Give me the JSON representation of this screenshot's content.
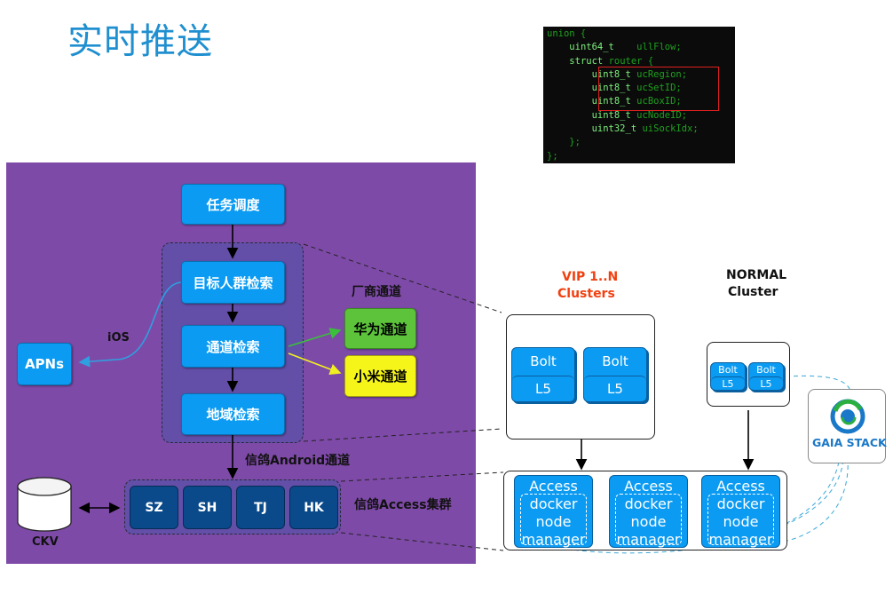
{
  "title": "实时推送",
  "code": {
    "line1": "union {",
    "line2_type": "uint64_t",
    "line2_var": "ullFlow;",
    "line3": "struct router {",
    "line4_type": "uint8_t",
    "line4_var": "ucRegion;",
    "line5_type": "uint8_t",
    "line5_var": "ucSetID;",
    "line6_type": "uint8_t",
    "line6_var": "ucBoxID;",
    "line7_type": "uint8_t",
    "line7_var": "ucNodeID;",
    "line8_type": "uint32_t",
    "line8_var": "uiSockIdx;",
    "line9": "};",
    "line10": "};"
  },
  "left": {
    "task": "任务调度",
    "target": "目标人群检索",
    "channel": "通道检索",
    "region": "地域检索",
    "vendor_title": "厂商通道",
    "huawei": "华为通道",
    "xiaomi": "小米通道",
    "ios_label": "iOS",
    "apns": "APNs",
    "android_label": "信鸽Android通道",
    "access_label": "信鸽Access集群",
    "dcs": [
      "SZ",
      "SH",
      "TJ",
      "HK"
    ],
    "ckv": "CKV"
  },
  "right": {
    "vip_title": "VIP 1..N",
    "vip_sub": "Clusters",
    "normal_title": "NORMAL",
    "normal_sub": "Cluster",
    "bolt": "Bolt",
    "l5": "L5",
    "access": "Access",
    "docker": "docker",
    "node": "node",
    "manager": "manager",
    "gaia": "GAIA STACK"
  },
  "colors": {
    "purple_bg": "#7e4aa8",
    "box_blue": "#0b9bf2",
    "huawei_green": "#5cc33b",
    "xiaomi_yellow": "#f5f51a",
    "vip_orange": "#f04010"
  }
}
